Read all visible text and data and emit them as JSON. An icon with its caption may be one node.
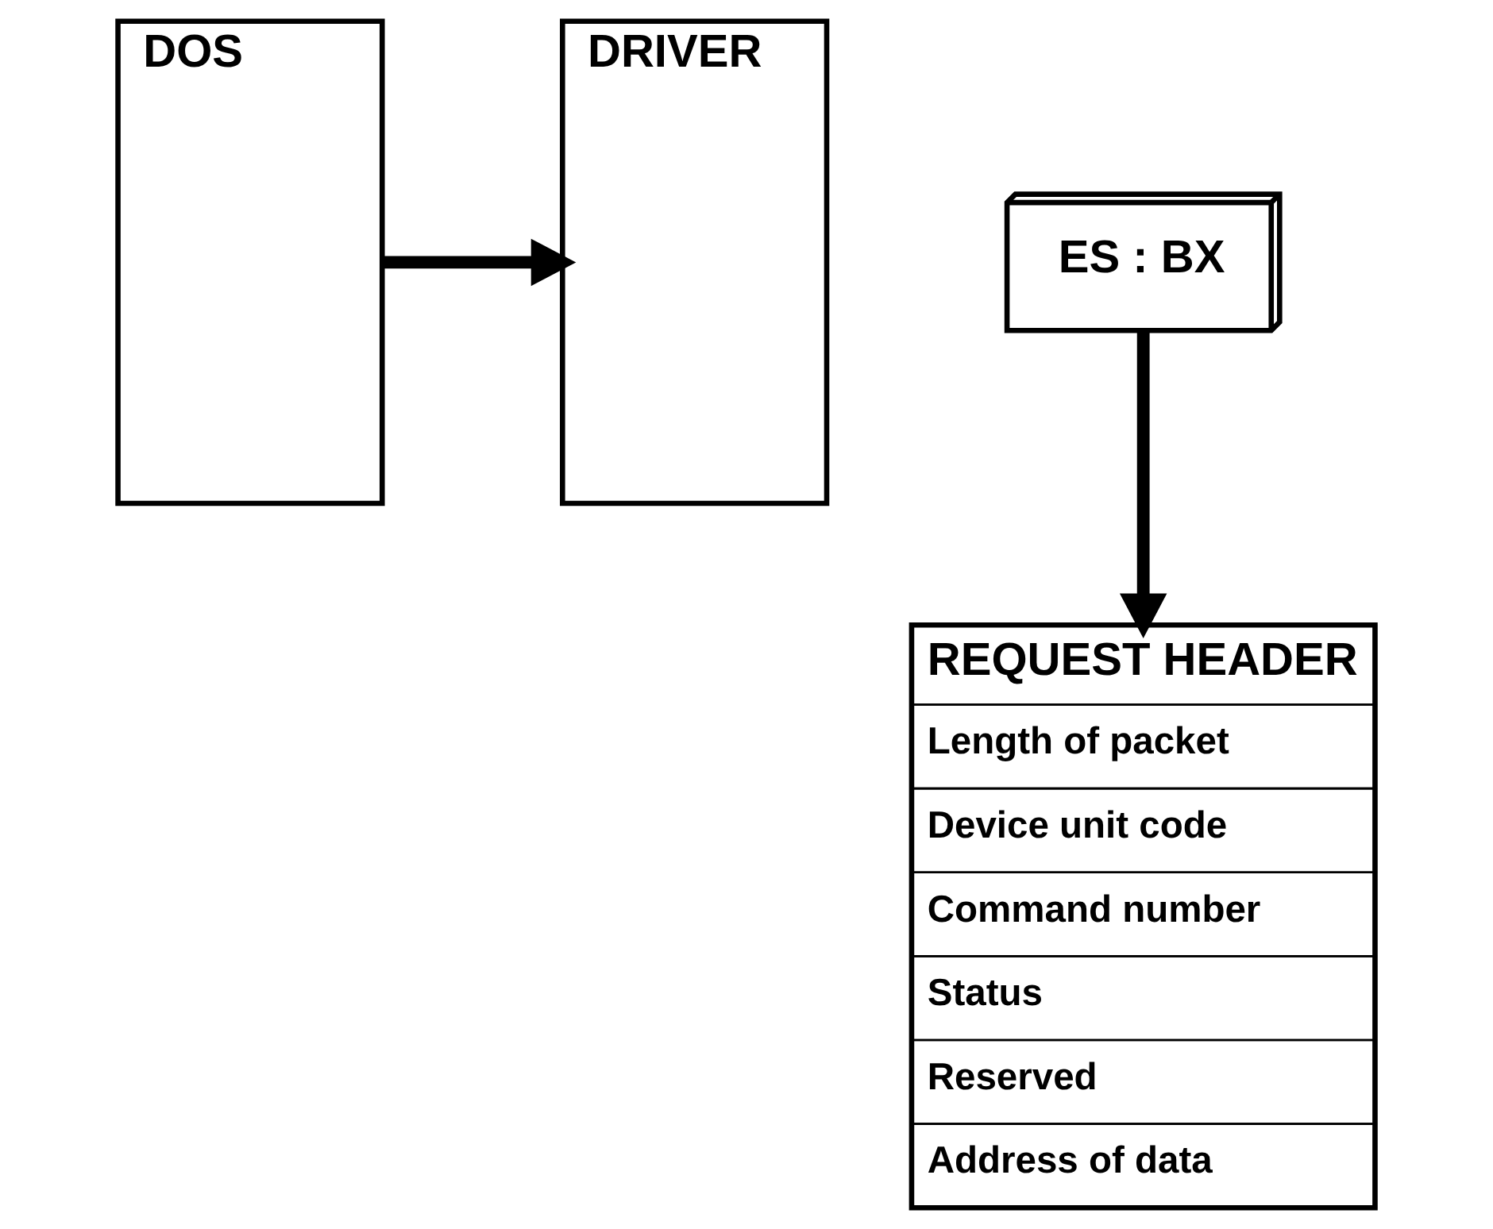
{
  "diagram": {
    "nodes": [
      {
        "text": [
          "DOS"
        ]
      },
      {
        "text": [
          "DRIVER"
        ]
      },
      {
        "text": [
          "ES : BX"
        ]
      },
      {
        "text": [
          "REQUEST HEADER",
          "Length of packet",
          "Device unit code",
          "Command number",
          "Status",
          "Reserved",
          "Address of data"
        ]
      }
    ],
    "edges": [
      {
        "from": 0,
        "to": 1,
        "arrow": "to"
      },
      {
        "from": 2,
        "to": 3,
        "arrow": "to"
      }
    ]
  }
}
